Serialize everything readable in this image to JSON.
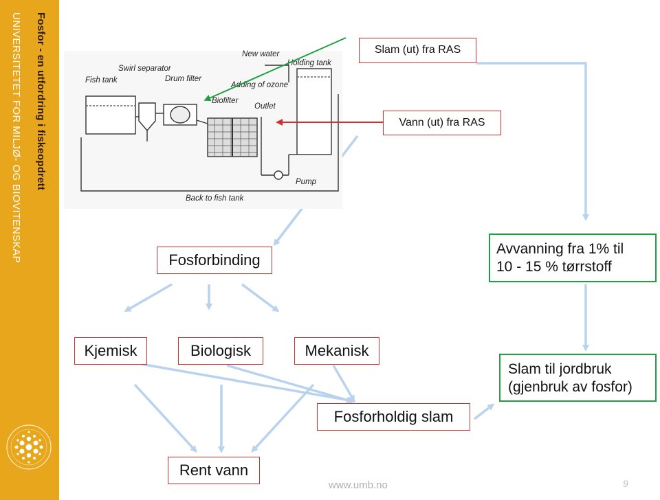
{
  "sidebar": {
    "title": "Fosfor - en utfordring i fiskeopdrett",
    "org": "UNIVERSITETET FOR MILJØ- OG BIOVITENSKAP"
  },
  "ras_diagram": {
    "labels": {
      "fish_tank": "Fish tank",
      "swirl_separator": "Swirl separator",
      "drum_filter": "Drum filter",
      "new_water": "New water",
      "holding_tank": "Holding tank",
      "adding_ozone": "Adding of ozone",
      "biofilter": "Biofilter",
      "outlet": "Outlet",
      "pump": "Pump",
      "back_to_fish_tank": "Back to fish tank"
    }
  },
  "boxes": {
    "slam_ut": "Slam (ut) fra RAS",
    "vann_ut": "Vann (ut) fra RAS",
    "fosforbinding": "Fosforbinding",
    "avvanning_line1": "Avvanning fra 1% til",
    "avvanning_line2": "10 - 15 % tørrstoff",
    "kjemisk": "Kjemisk",
    "biologisk": "Biologisk",
    "mekanisk": "Mekanisk",
    "fosforholdig_slam": "Fosforholdig slam",
    "slam_jordbruk_line1": "Slam til jordbruk",
    "slam_jordbruk_line2": "(gjenbruk av fosfor)",
    "rent_vann": "Rent vann"
  },
  "footer": {
    "url": "www.umb.no",
    "page": "9"
  },
  "colors": {
    "sidebar": "#e8a61c",
    "red_border": "#d03030",
    "green_border": "#1fa040",
    "arrow_blue": "#b9d3ee"
  }
}
